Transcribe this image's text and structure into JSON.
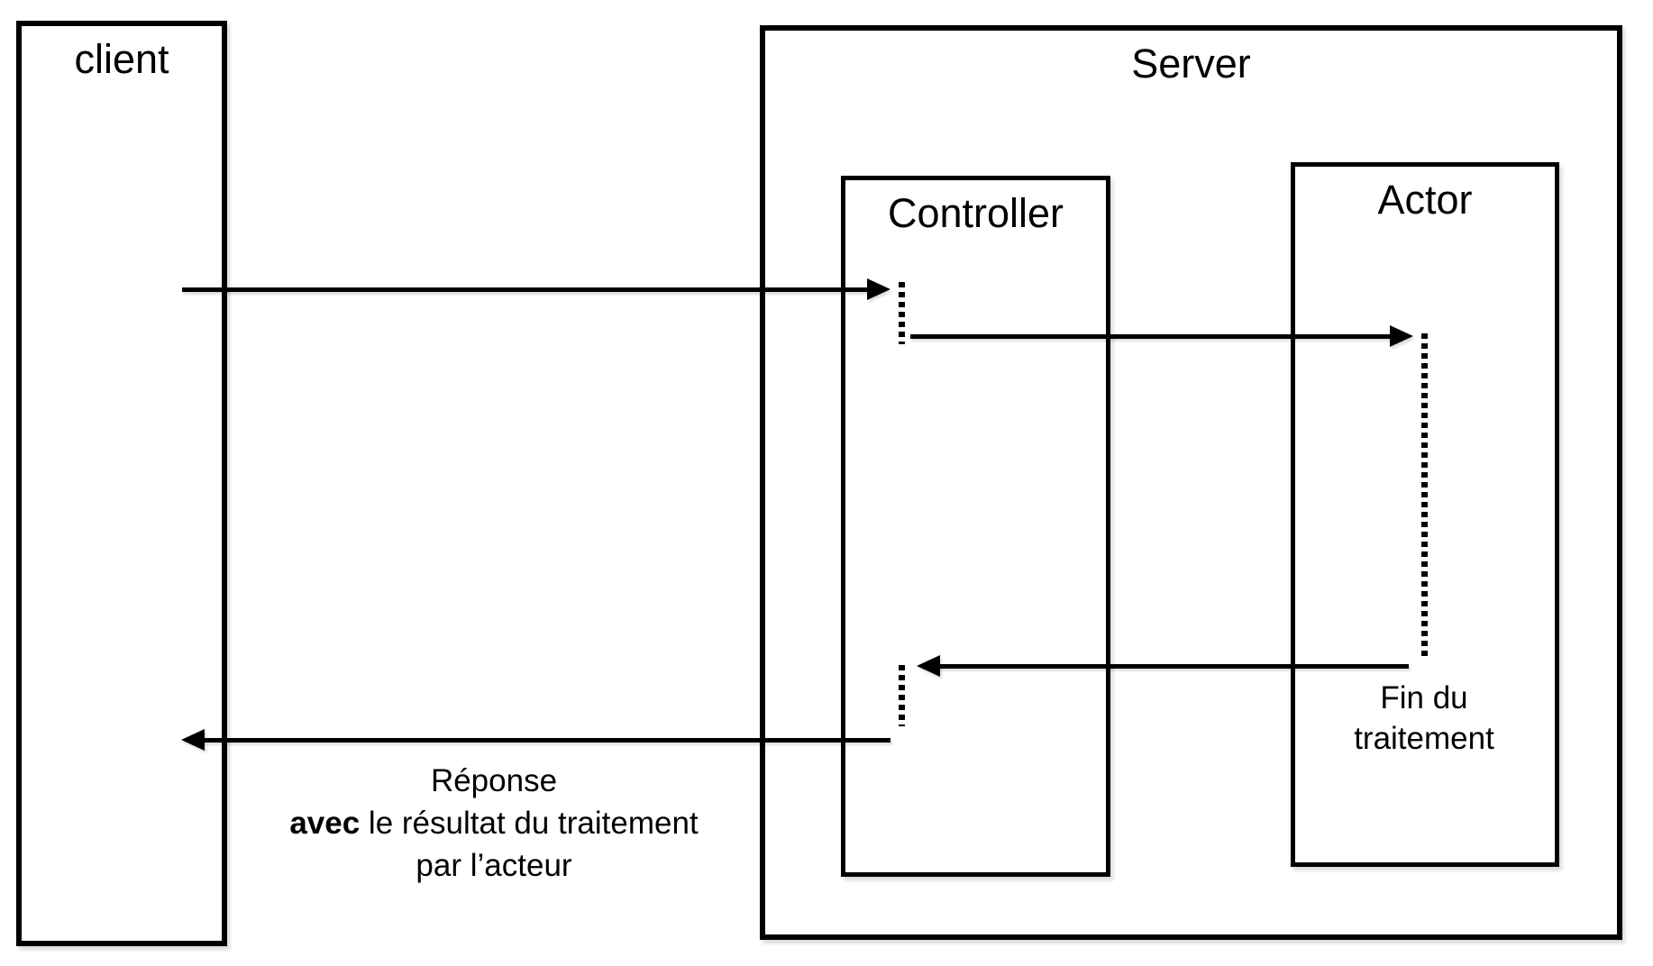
{
  "client": {
    "title": "client"
  },
  "server": {
    "title": "Server"
  },
  "controller": {
    "title": "Controller"
  },
  "actor": {
    "title": "Actor"
  },
  "annotations": {
    "fin_du_traitement": {
      "line1": "Fin du",
      "line2": "traitement"
    },
    "reponse": {
      "line1": "Réponse",
      "line2_bold": "avec",
      "line2_rest": "le résultat du traitement",
      "line3": "par l’acteur"
    }
  },
  "icons": {
    "arrowhead_right": "black-right-pointing-triangle",
    "arrowhead_left": "black-left-pointing-triangle",
    "activation_bar": "vertical-dotted-line"
  },
  "colors": {
    "stroke": "#000000",
    "background": "#ffffff"
  }
}
